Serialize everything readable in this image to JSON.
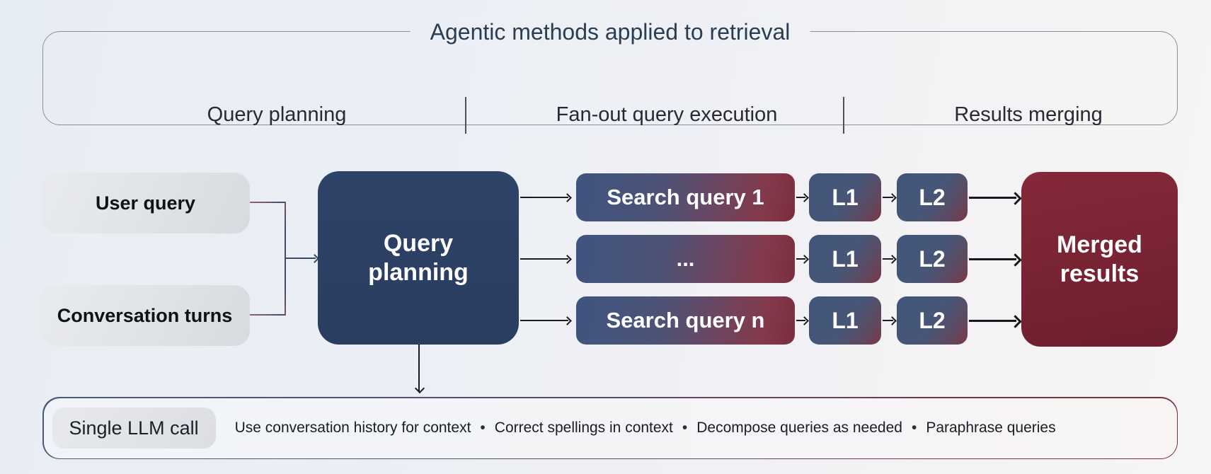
{
  "header": {
    "title": "Agentic methods applied to retrieval",
    "columns": [
      {
        "label": "Query planning"
      },
      {
        "label": "Fan-out query execution"
      },
      {
        "label": "Results merging"
      }
    ]
  },
  "flow": {
    "inputs": [
      {
        "label": "User query"
      },
      {
        "label": "Conversation turns"
      }
    ],
    "planner": {
      "label": "Query planning"
    },
    "rows": [
      {
        "query": "Search query 1",
        "l1": "L1",
        "l2": "L2"
      },
      {
        "query": "...",
        "l1": "L1",
        "l2": "L2"
      },
      {
        "query": "Search query n",
        "l1": "L1",
        "l2": "L2"
      }
    ],
    "merged": {
      "label": "Merged results"
    }
  },
  "footer": {
    "badge": "Single LLM call",
    "separator": "•",
    "bullets": [
      "Use conversation history for context",
      "Correct spellings in context",
      "Decompose queries as needed",
      "Paraphrase queries"
    ]
  },
  "colors": {
    "planner_navy": "#2c4065",
    "merged_maroon": "#7a2434",
    "gradient_blue": "#3f5480",
    "gradient_red": "#7b2d3c",
    "input_gray": "#dfe2e6",
    "frame_border": "#8a9099",
    "background_left": "#e7edf4",
    "background_right": "#f7f4f5"
  }
}
